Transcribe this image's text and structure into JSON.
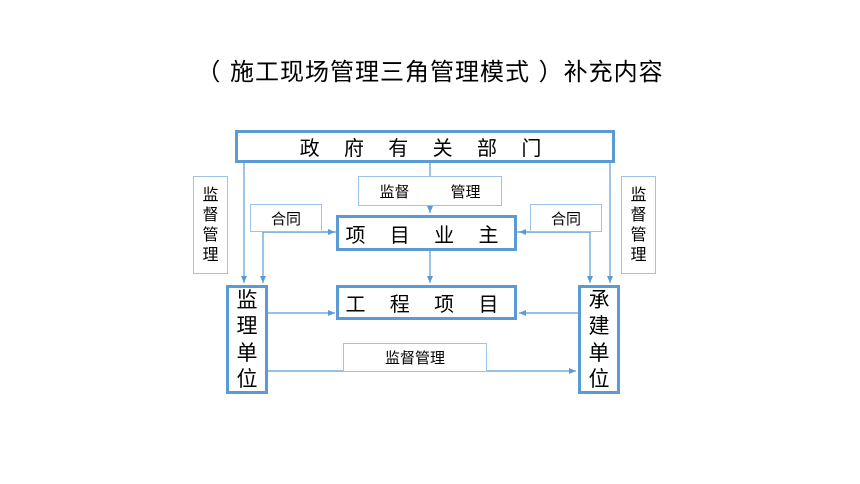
{
  "title": "（ 施工现场管理三角管理模式 ）补充内容",
  "nodes": {
    "government": "政 府 有 关 部 门",
    "owner": "项 目 业 主",
    "project": "工 程 项 目",
    "supervisor": [
      "监",
      "理",
      "单",
      "位"
    ],
    "contractor": [
      "承",
      "建",
      "单",
      "位"
    ]
  },
  "labels": {
    "gov_supervise": "监督",
    "gov_manage": "管理",
    "left_supervise": [
      "监",
      "督",
      "管",
      "理"
    ],
    "right_supervise": [
      "监",
      "督",
      "管",
      "理"
    ],
    "contract_left": "合同",
    "contract_right": "合同",
    "bottom_supervise": "监督管理"
  },
  "colors": {
    "main_border": "#5b9bd5",
    "light_border": "#9dc3e6",
    "arrow": "#5b9bd5"
  }
}
